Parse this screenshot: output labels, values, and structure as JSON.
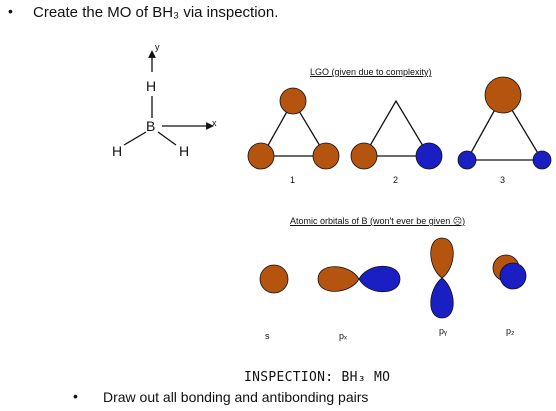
{
  "header": {
    "bullet": "•",
    "text": "Create the MO of BH₃ via inspection."
  },
  "molecule": {
    "axis_y": "y",
    "axis_x": "x",
    "h_top": "H",
    "b": "B",
    "h_left": "H",
    "h_right": "H"
  },
  "lgo": {
    "title": "LGO (given due to complexity)",
    "labels": [
      "1",
      "2",
      "3"
    ]
  },
  "ao": {
    "title": "Atomic orbitals of B (won't ever be given ☹)",
    "labels": [
      "s",
      "pₓ",
      "pᵧ",
      "p₂"
    ]
  },
  "footer": {
    "inspection": "INSPECTION: BH₃ MO",
    "bullet": "•",
    "text": "Draw out all bonding and antibonding pairs"
  },
  "colors": {
    "orange": "#b5540f",
    "blue": "#1a1fc4",
    "line": "#111111"
  }
}
